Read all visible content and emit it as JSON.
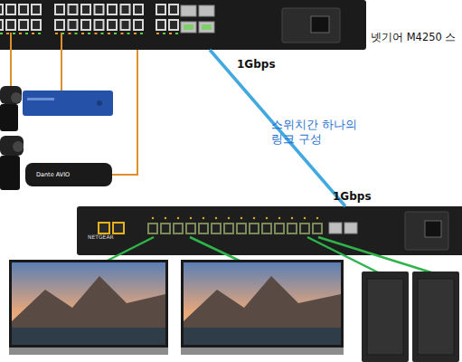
{
  "diagram": {
    "nodes": [
      {
        "text": [
          "넷기어 M4250 스"
        ]
      },
      {
        "text": [
          "NETGEAR"
        ]
      },
      {
        "text": [
          "Dante AVIO"
        ]
      }
    ],
    "edges": [
      {
        "from": 0,
        "to": 1,
        "arrow": "none",
        "label": "스위치간 하나의 링크 구성"
      },
      {
        "from": 0,
        "to": 2,
        "arrow": "none"
      }
    ],
    "labels": [
      "1Gbps",
      "1Gbps"
    ]
  }
}
